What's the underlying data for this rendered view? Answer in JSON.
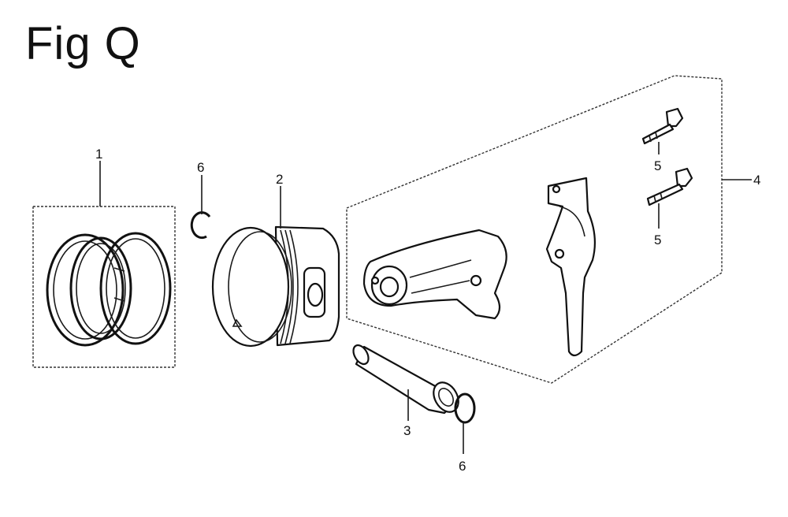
{
  "figure": {
    "title": "Fig Q"
  },
  "callouts": {
    "piston_ring_set": "1",
    "piston": "2",
    "piston_pin": "3",
    "connecting_rod_assembly": "4",
    "rod_bolt_upper": "5",
    "rod_bolt_lower": "5",
    "clip_upper": "6",
    "clip_lower": "6"
  }
}
